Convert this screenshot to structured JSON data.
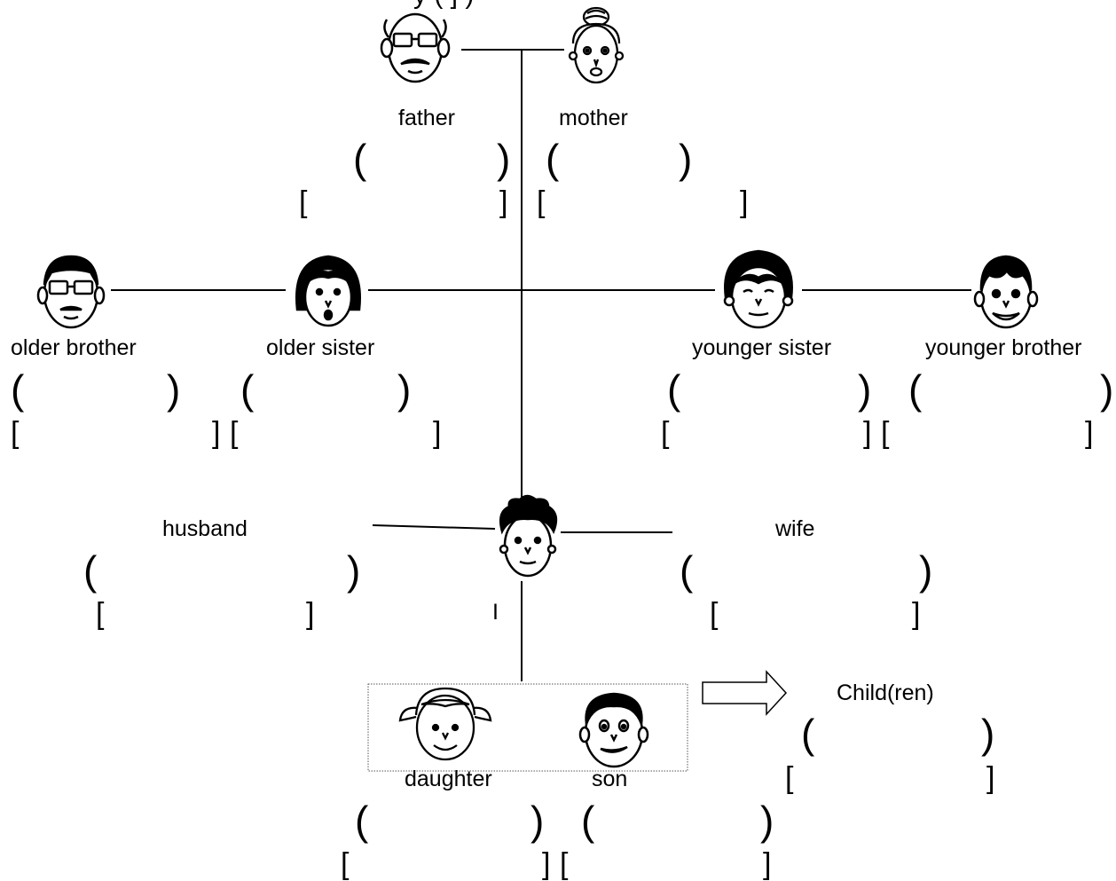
{
  "top_cut_text": "y                      (            ] )",
  "labels": {
    "father": "father",
    "mother": "mother",
    "older_brother": "older brother",
    "older_sister": "older sister",
    "younger_sister": "younger sister",
    "younger_brother": "younger brother",
    "husband": "husband",
    "wife": "wife",
    "self": "I",
    "daughter": "daughter",
    "son": "son",
    "children": "Child(ren)"
  },
  "blank_symbols": {
    "open_paren": "(",
    "close_paren": ")",
    "open_bracket": "[",
    "close_bracket": "]"
  },
  "icons": {
    "father": "grandfather-face-icon",
    "mother": "grandmother-face-icon",
    "older_brother": "man-with-glasses-face-icon",
    "older_sister": "girl-face-icon",
    "younger_sister": "woman-face-icon",
    "younger_brother": "boy-face-icon",
    "self": "curly-hair-face-icon",
    "daughter": "pigtails-girl-face-icon",
    "son": "boy-face-icon",
    "arrow": "right-arrow-icon"
  }
}
